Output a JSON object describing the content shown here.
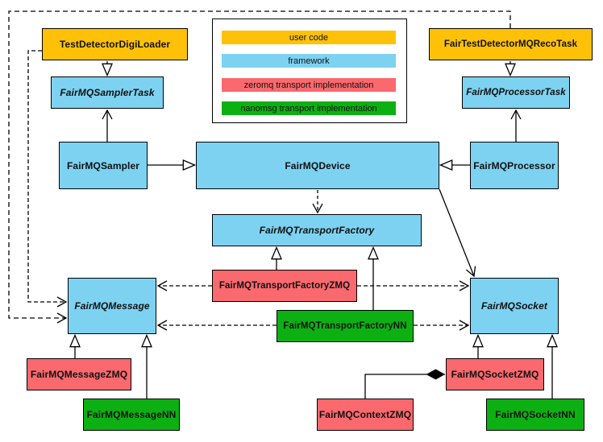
{
  "diagram_type": "uml-class-diagram",
  "colors": {
    "user_code": "#FFC107",
    "framework": "#7DD2F1",
    "zeromq": "#F9696E",
    "nanomsg": "#0DB012",
    "line": "#000000",
    "background": "#FFFFFF"
  },
  "legend": {
    "items": [
      {
        "label": "user code",
        "color": "#FFC107"
      },
      {
        "label": "framework",
        "color": "#7DD2F1"
      },
      {
        "label": "zeromq transport implementation",
        "color": "#F9696E"
      },
      {
        "label": "nanomsg transport implementation",
        "color": "#0DB012"
      }
    ]
  },
  "nodes": [
    {
      "label": "TestDetectorDigiLoader",
      "category": "user code",
      "abstract": false,
      "color": "#FFC107"
    },
    {
      "label": "FairTestDetectorMQRecoTask",
      "category": "user code",
      "abstract": false,
      "color": "#FFC107"
    },
    {
      "label": "FairMQSamplerTask",
      "category": "framework",
      "abstract": true,
      "color": "#7DD2F1"
    },
    {
      "label": "FairMQProcessorTask",
      "category": "framework",
      "abstract": true,
      "color": "#7DD2F1"
    },
    {
      "label": "FairMQSampler",
      "category": "framework",
      "abstract": false,
      "color": "#7DD2F1"
    },
    {
      "label": "FairMQDevice",
      "category": "framework",
      "abstract": false,
      "color": "#7DD2F1"
    },
    {
      "label": "FairMQProcessor",
      "category": "framework",
      "abstract": false,
      "color": "#7DD2F1"
    },
    {
      "label": "FairMQTransportFactory",
      "category": "framework",
      "abstract": true,
      "color": "#7DD2F1"
    },
    {
      "label": "FairMQTransportFactoryZMQ",
      "category": "zeromq",
      "abstract": false,
      "color": "#F9696E"
    },
    {
      "label": "FairMQTransportFactoryNN",
      "category": "nanomsg",
      "abstract": false,
      "color": "#0DB012"
    },
    {
      "label": "FairMQMessage",
      "category": "framework",
      "abstract": true,
      "color": "#7DD2F1"
    },
    {
      "label": "FairMQSocket",
      "category": "framework",
      "abstract": true,
      "color": "#7DD2F1"
    },
    {
      "label": "FairMQMessageZMQ",
      "category": "zeromq",
      "abstract": false,
      "color": "#F9696E"
    },
    {
      "label": "FairMQMessageNN",
      "category": "nanomsg",
      "abstract": false,
      "color": "#0DB012"
    },
    {
      "label": "FairMQContextZMQ",
      "category": "zeromq",
      "abstract": false,
      "color": "#F9696E"
    },
    {
      "label": "FairMQSocketZMQ",
      "category": "zeromq",
      "abstract": false,
      "color": "#F9696E"
    },
    {
      "label": "FairMQSocketNN",
      "category": "nanomsg",
      "abstract": false,
      "color": "#0DB012"
    }
  ],
  "edges": [
    {
      "from": "TestDetectorDigiLoader",
      "to": "FairMQSamplerTask",
      "type": "generalization",
      "line": "solid"
    },
    {
      "from": "FairTestDetectorMQRecoTask",
      "to": "FairMQProcessorTask",
      "type": "generalization",
      "line": "solid"
    },
    {
      "from": "FairMQSampler",
      "to": "FairMQSamplerTask",
      "type": "association",
      "line": "solid"
    },
    {
      "from": "FairMQProcessor",
      "to": "FairMQProcessorTask",
      "type": "association",
      "line": "solid"
    },
    {
      "from": "FairMQSampler",
      "to": "FairMQDevice",
      "type": "generalization",
      "line": "solid"
    },
    {
      "from": "FairMQProcessor",
      "to": "FairMQDevice",
      "type": "generalization",
      "line": "solid"
    },
    {
      "from": "FairMQDevice",
      "to": "FairMQTransportFactory",
      "type": "dependency",
      "line": "dashed"
    },
    {
      "from": "FairMQDevice",
      "to": "FairMQSocket",
      "type": "association",
      "line": "solid"
    },
    {
      "from": "FairMQTransportFactoryZMQ",
      "to": "FairMQTransportFactory",
      "type": "generalization",
      "line": "solid"
    },
    {
      "from": "FairMQTransportFactoryNN",
      "to": "FairMQTransportFactory",
      "type": "generalization",
      "line": "solid"
    },
    {
      "from": "FairMQTransportFactoryZMQ",
      "to": "FairMQMessage",
      "type": "dependency",
      "line": "dashed"
    },
    {
      "from": "FairMQTransportFactoryZMQ",
      "to": "FairMQSocket",
      "type": "dependency",
      "line": "dashed"
    },
    {
      "from": "FairMQTransportFactoryNN",
      "to": "FairMQMessage",
      "type": "dependency",
      "line": "dashed"
    },
    {
      "from": "FairMQTransportFactoryNN",
      "to": "FairMQSocket",
      "type": "dependency",
      "line": "dashed"
    },
    {
      "from": "FairMQMessageZMQ",
      "to": "FairMQMessage",
      "type": "generalization",
      "line": "solid"
    },
    {
      "from": "FairMQMessageNN",
      "to": "FairMQMessage",
      "type": "generalization",
      "line": "solid"
    },
    {
      "from": "FairMQSocketZMQ",
      "to": "FairMQSocket",
      "type": "generalization",
      "line": "solid"
    },
    {
      "from": "FairMQSocketNN",
      "to": "FairMQSocket",
      "type": "generalization",
      "line": "solid"
    },
    {
      "from": "FairMQContextZMQ",
      "to": "FairMQSocketZMQ",
      "type": "composition",
      "line": "solid"
    },
    {
      "from": "FairTestDetectorMQRecoTask",
      "to": "FairMQMessage",
      "type": "dependency",
      "line": "dashed"
    },
    {
      "from": "TestDetectorDigiLoader",
      "to": "FairMQMessage",
      "type": "dependency",
      "line": "dashed"
    }
  ]
}
